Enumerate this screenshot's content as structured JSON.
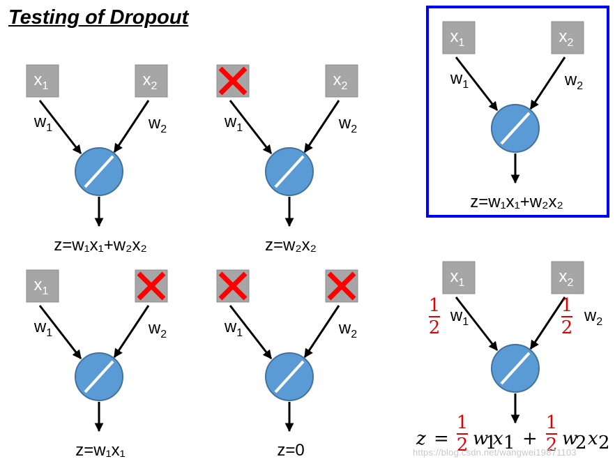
{
  "title": "Testing of Dropout",
  "inputs": {
    "x1": {
      "base": "x",
      "sub": "1"
    },
    "x2": {
      "base": "x",
      "sub": "2"
    }
  },
  "weights": {
    "w1": {
      "base": "w",
      "sub": "1"
    },
    "w2": {
      "base": "w",
      "sub": "2"
    }
  },
  "panels": [
    {
      "id": "both-kept",
      "x1_dropped": false,
      "x2_dropped": false,
      "output": "z=w₁x₁+w₂x₂"
    },
    {
      "id": "x1-dropped",
      "x1_dropped": true,
      "x2_dropped": false,
      "output": "z=w₂x₂"
    },
    {
      "id": "x2-dropped",
      "x1_dropped": false,
      "x2_dropped": true,
      "output": "z=w₁x₁"
    },
    {
      "id": "both-dropped",
      "x1_dropped": true,
      "x2_dropped": true,
      "output": "z=0"
    },
    {
      "id": "expected-highlighted",
      "x1_dropped": false,
      "x2_dropped": false,
      "output": "z=w₁x₁+w₂x₂",
      "highlighted": true
    },
    {
      "id": "scaled-weights",
      "x1_dropped": false,
      "x2_dropped": false,
      "output": "",
      "scaled": true
    }
  ],
  "scale_fraction": {
    "numerator": "1",
    "denominator": "2"
  },
  "scaled_equation": {
    "lhs": "z",
    "equals": "=",
    "term1": "w",
    "term1_x": "x",
    "plus": "+",
    "term2": "w",
    "term2_x": "x",
    "sub1": "1",
    "sub2": "2"
  },
  "colors": {
    "input_box": "#a6a6a6",
    "neuron_fill": "#5b9bd5",
    "neuron_stroke": "#41719c",
    "drop_cross": "#ff0000",
    "highlight_border": "#0000ff",
    "fraction_text": "#e00000"
  },
  "icons": {
    "drop": "cross-icon",
    "activation": "linear-activation-icon"
  },
  "watermark": "https://blog.csdn.net/wangwei19871103"
}
